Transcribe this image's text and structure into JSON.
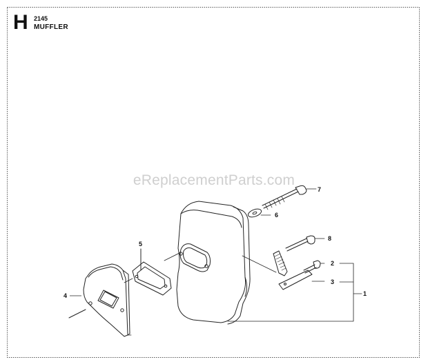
{
  "header": {
    "section_letter": "H",
    "model": "2145",
    "title": "MUFFLER"
  },
  "watermark": "eReplacementParts.com",
  "callouts": [
    "1",
    "2",
    "3",
    "4",
    "5",
    "6",
    "7",
    "8"
  ],
  "colors": {
    "line": "#222222",
    "border": "#555555",
    "watermark": "#cfcfcf"
  }
}
